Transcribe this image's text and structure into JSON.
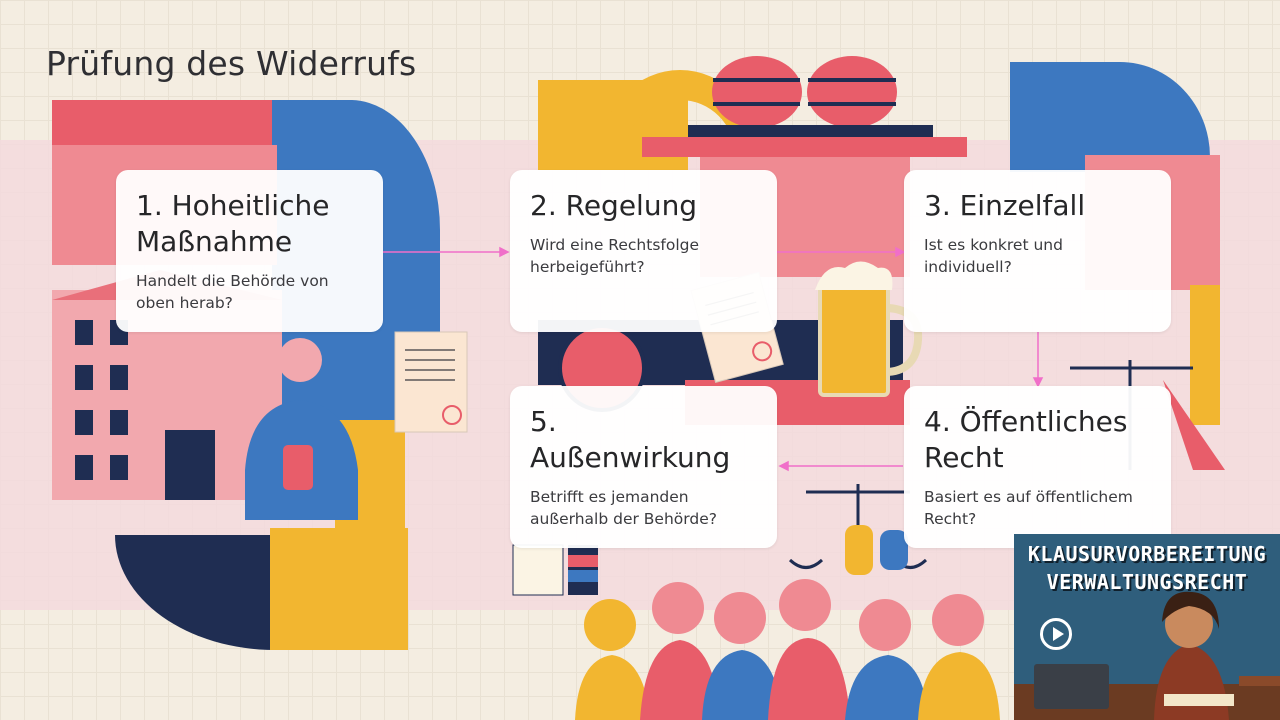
{
  "title": "Prüfung des Widerrufs",
  "steps": [
    {
      "heading": "1. Hoheitliche Maßnahme",
      "question": "Handelt die Behörde von oben herab?"
    },
    {
      "heading": "2. Regelung",
      "question": "Wird eine Rechtsfolge herbeigeführt?"
    },
    {
      "heading": "3. Einzelfall",
      "question": "Ist es konkret und individuell?"
    },
    {
      "heading": "4. Öffentliches Recht",
      "question": "Basiert es auf öffentlichem Recht?"
    },
    {
      "heading": "5. Außenwirkung",
      "question": "Betrifft es jemanden außerhalb der Behörde?"
    }
  ],
  "thumbnail": {
    "line1": "KLAUSURVORBEREITUNG",
    "line2": "VERWALTUNGSRECHT",
    "icons": [
      "play-icon"
    ]
  },
  "colors": {
    "pink": "#ef8a92",
    "red": "#e85d6a",
    "blue": "#3d78c0",
    "navy": "#1f2d52",
    "yellow": "#f2b630",
    "arrow": "#f06fc9"
  }
}
